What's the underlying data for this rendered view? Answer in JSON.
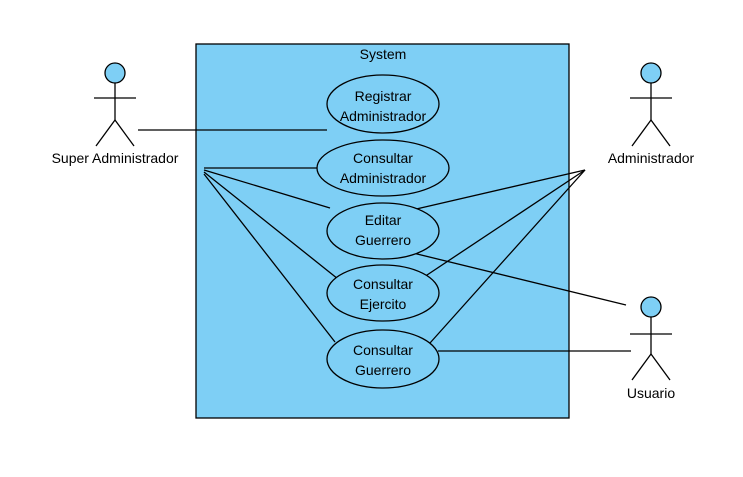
{
  "colors": {
    "system_fill": "#7ecff5",
    "usecase_fill": "#7ecff5",
    "actor_head_fill": "#7ecff5",
    "stroke": "#000000",
    "background": "#ffffff"
  },
  "system": {
    "title": "System"
  },
  "use_cases": [
    {
      "id": "registrar",
      "lines": [
        "Registrar",
        "Administrador"
      ]
    },
    {
      "id": "consultar_admin",
      "lines": [
        "Consultar",
        "Administrador"
      ]
    },
    {
      "id": "editar",
      "lines": [
        "Editar",
        "Guerrero"
      ]
    },
    {
      "id": "consultar_ejercito",
      "lines": [
        "Consultar",
        "Ejercito"
      ]
    },
    {
      "id": "consultar_guerrero",
      "lines": [
        "Consultar",
        "Guerrero"
      ]
    }
  ],
  "actors": [
    {
      "id": "super",
      "label": "Super Administrador"
    },
    {
      "id": "admin",
      "label": "Administrador"
    },
    {
      "id": "usuario",
      "label": "Usuario"
    }
  ],
  "associations": [
    {
      "actor": "super",
      "use_case": "registrar"
    },
    {
      "actor": "super",
      "use_case": "consultar_admin"
    },
    {
      "actor": "super",
      "use_case": "editar"
    },
    {
      "actor": "super",
      "use_case": "consultar_ejercito"
    },
    {
      "actor": "super",
      "use_case": "consultar_guerrero"
    },
    {
      "actor": "admin",
      "use_case": "editar"
    },
    {
      "actor": "admin",
      "use_case": "consultar_ejercito"
    },
    {
      "actor": "admin",
      "use_case": "consultar_guerrero"
    },
    {
      "actor": "usuario",
      "use_case": "editar"
    },
    {
      "actor": "usuario",
      "use_case": "consultar_guerrero"
    }
  ]
}
